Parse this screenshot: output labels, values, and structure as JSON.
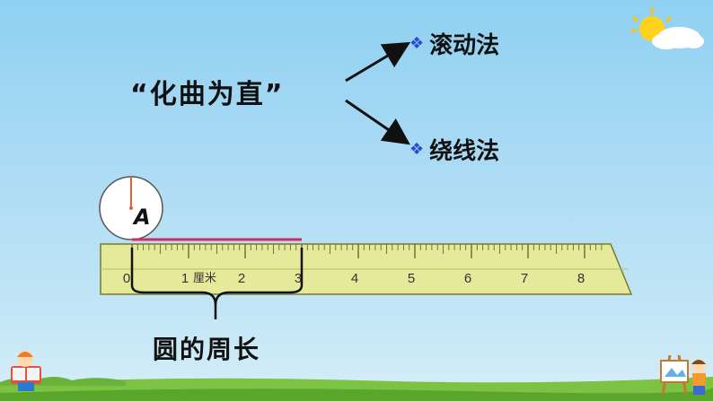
{
  "slide": {
    "title": "“化曲为直”",
    "methods": [
      {
        "label": "滚动法",
        "bullet": "❖"
      },
      {
        "label": "绕线法",
        "bullet": "❖"
      }
    ],
    "point_label": "A",
    "perimeter_label": "圆的周长",
    "ruler": {
      "numbers": [
        "0",
        "1",
        "2",
        "3",
        "4",
        "5",
        "6",
        "7",
        "8"
      ],
      "unit": "厘米"
    }
  },
  "colors": {
    "sky_top": "#8fd0f2",
    "ruler_fill": "#e4ea9a",
    "ruler_stroke": "#7a7a2a",
    "highlight": "#d92868",
    "arrow": "#111111",
    "bullet": "#2a4bd0"
  },
  "icons": [
    "sun-icon",
    "cloud-icon",
    "reading-child-icon",
    "painting-child-icon",
    "easel-icon"
  ]
}
